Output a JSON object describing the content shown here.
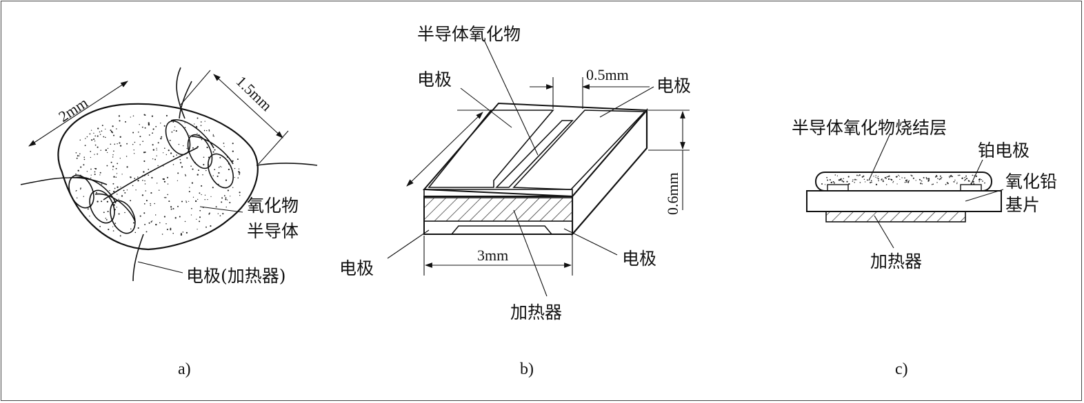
{
  "figure_a": {
    "dim_long": "2mm",
    "dim_short": "1.5mm",
    "label_oxide_line1": "氧化物",
    "label_oxide_line2": "半导体",
    "label_electrode_heater": "电极(加热器)",
    "caption": "a)"
  },
  "figure_b": {
    "label_semiconductor_oxide": "半导体氧化物",
    "label_electrode_top_left": "电极",
    "label_electrode_top_right": "电极",
    "dim_gap": "0.5mm",
    "dim_height": "0.6mm",
    "label_electrode_bottom_left": "电极",
    "label_electrode_bottom_right": "电极",
    "dim_length": "3mm",
    "label_heater": "加热器",
    "caption": "b)"
  },
  "figure_c": {
    "label_sinter_layer": "半导体氧化物烧结层",
    "label_pt_electrode": "铂电极",
    "label_substrate_line1": "氧化铅",
    "label_substrate_line2": "基片",
    "label_heater": "加热器",
    "caption": "c)"
  }
}
